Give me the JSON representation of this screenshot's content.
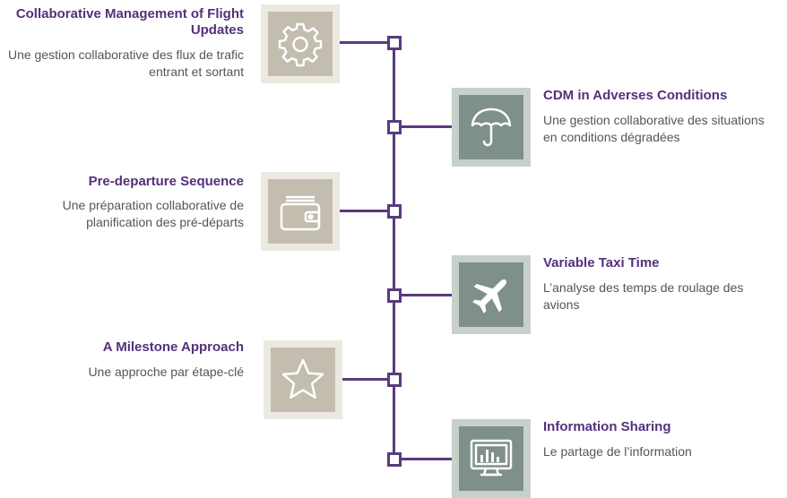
{
  "items": [
    {
      "title": "Collaborative Management of Flight Updates",
      "description": "Une gestion collaborative des flux de trafic entrant et sortant",
      "icon": "gear-icon"
    },
    {
      "title": "CDM in Adverses Conditions",
      "description": "Une gestion collaborative des situations en conditions dégradées",
      "icon": "umbrella-icon"
    },
    {
      "title": "Pre-departure Sequence",
      "description": "Une préparation collaborative de planification des pré-départs",
      "icon": "wallet-icon"
    },
    {
      "title": "Variable Taxi Time",
      "description": "L’analyse des temps de roulage des avions",
      "icon": "airplane-icon"
    },
    {
      "title": "A Milestone Approach",
      "description": "Une approche par étape-clé",
      "icon": "star-icon"
    },
    {
      "title": "Information Sharing",
      "description": "Le partage de l’information",
      "icon": "monitor-chart-icon"
    }
  ],
  "colors": {
    "accent": "#55307a",
    "line": "#5a3a7e",
    "beige_tile": "#c3bdaf",
    "slate_tile": "#7f8f8b",
    "text": "#555555"
  }
}
